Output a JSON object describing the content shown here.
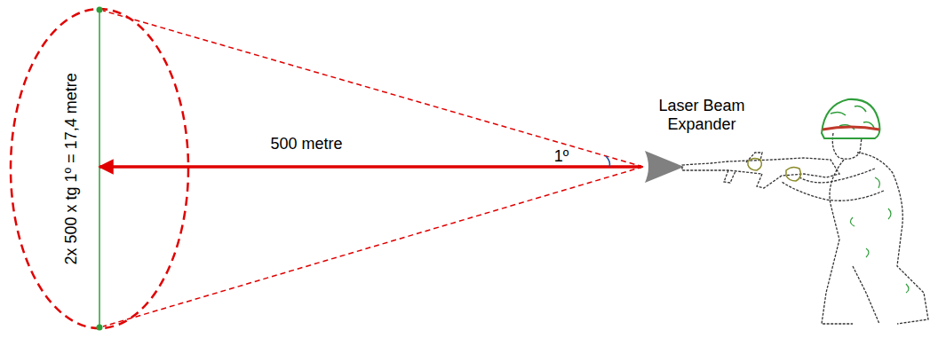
{
  "diagram": {
    "labels": [
      "2x 500 x tg 1º = 17,4 metre",
      "500 metre",
      "1º",
      "Laser Beam Expander"
    ]
  }
}
